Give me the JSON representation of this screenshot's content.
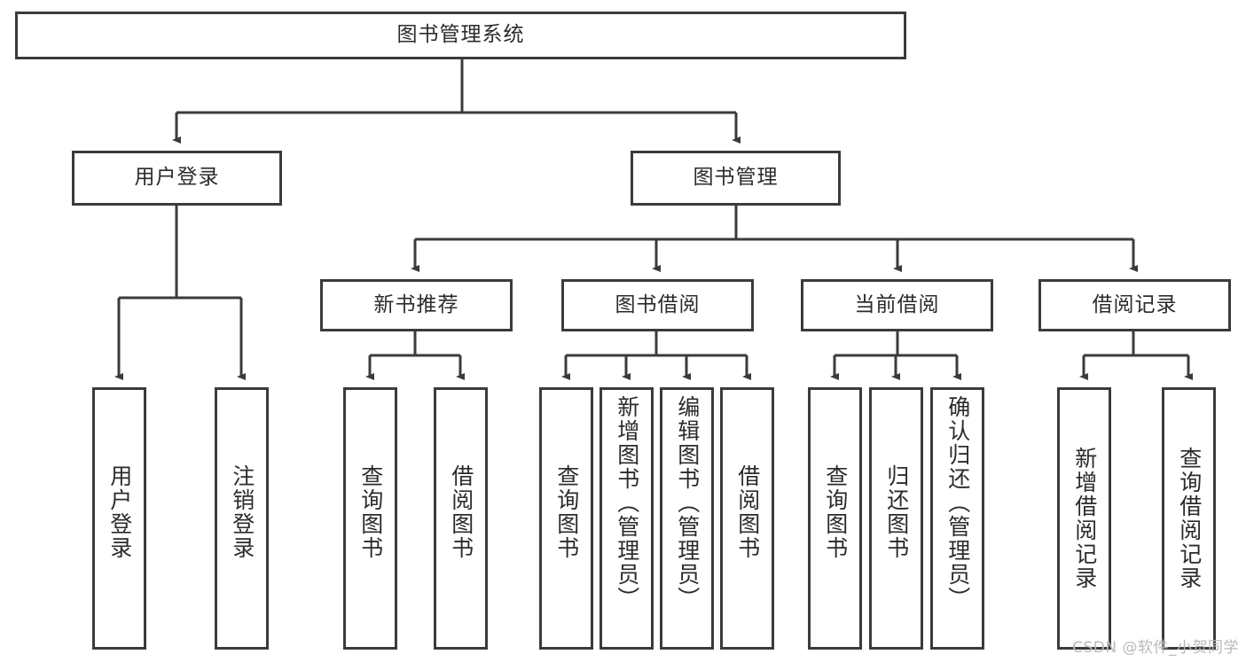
{
  "diagram": {
    "title": "图书管理系统",
    "watermark": "CSDN @软件_小贺同学",
    "accent_color": "#3b3b3b",
    "background_color": "#ffffff",
    "root": {
      "label": "图书管理系统"
    },
    "level2": [
      {
        "label": "用户登录"
      },
      {
        "label": "图书管理"
      }
    ],
    "level3": [
      {
        "label": "新书推荐"
      },
      {
        "label": "图书借阅"
      },
      {
        "label": "当前借阅"
      },
      {
        "label": "借阅记录"
      }
    ],
    "leaves": {
      "user_login": [
        {
          "label": "用户登录"
        },
        {
          "label": "注销登录"
        }
      ],
      "new_book": [
        {
          "label": "查询图书"
        },
        {
          "label": "借阅图书"
        }
      ],
      "borrow_book": [
        {
          "label": "查询图书"
        },
        {
          "label": "新增图书（管理员）"
        },
        {
          "label": "编辑图书（管理员）"
        },
        {
          "label": "借阅图书"
        }
      ],
      "current_borrow": [
        {
          "label": "查询图书"
        },
        {
          "label": "归还图书"
        },
        {
          "label": "确认归还（管理员）"
        }
      ],
      "borrow_record": [
        {
          "label": "新增借阅记录"
        },
        {
          "label": "查询借阅记录"
        }
      ]
    }
  }
}
